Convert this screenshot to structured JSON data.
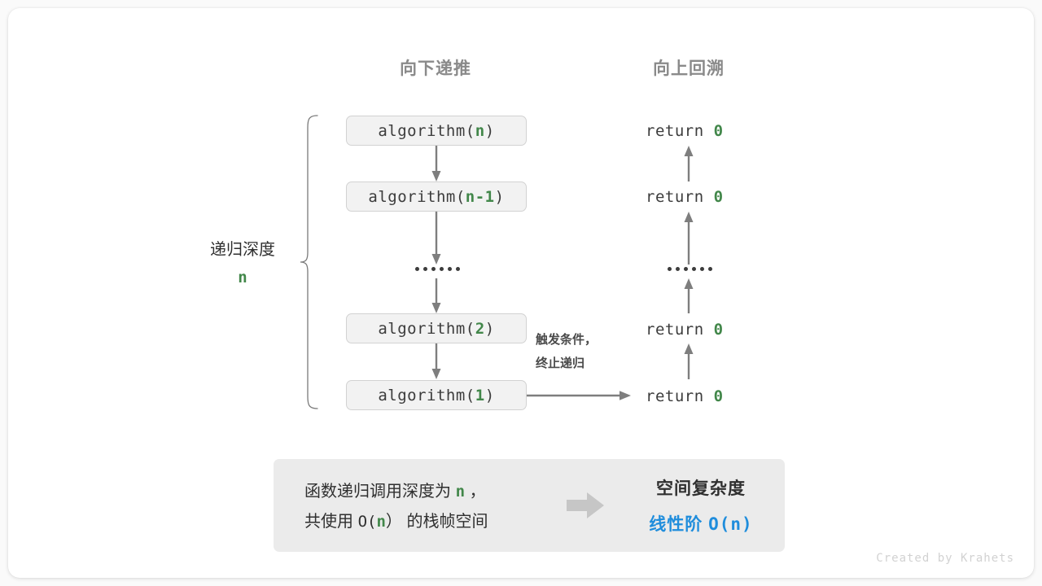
{
  "columns": {
    "left_header": "向下递推",
    "right_header": "向上回溯"
  },
  "depth_bracket": {
    "label": "递归深度",
    "value": "n"
  },
  "call_stack": [
    {
      "prefix": "algorithm(",
      "arg": "n",
      "suffix": ")"
    },
    {
      "prefix": "algorithm(",
      "arg": "n-1",
      "suffix": ")"
    },
    {
      "ellipsis": "••••••"
    },
    {
      "prefix": "algorithm(",
      "arg": "2",
      "suffix": ")"
    },
    {
      "prefix": "algorithm(",
      "arg": "1",
      "suffix": ")"
    }
  ],
  "returns": [
    {
      "keyword": "return",
      "value": "0"
    },
    {
      "keyword": "return",
      "value": "0"
    },
    {
      "ellipsis": "••••••"
    },
    {
      "keyword": "return",
      "value": "0"
    },
    {
      "keyword": "return",
      "value": "0"
    }
  ],
  "trigger_note": {
    "line1": "触发条件，",
    "line2": "终止递归"
  },
  "summary": {
    "left_line1_a": "函数递归调用深度为",
    "left_line1_n": "n",
    "left_line1_b": "，",
    "left_line2_a": "共使用",
    "left_line2_o_open": "O(",
    "left_line2_n": "n",
    "left_line2_o_close": "）",
    "left_line2_b": "的栈帧空间",
    "right_title": "空间复杂度",
    "right_value_text": "线性阶",
    "right_value_mono": "O(n)"
  },
  "footer": "Created by Krahets",
  "colors": {
    "green": "#42874a",
    "blue": "#1f8ddc",
    "gray_header": "#8a8a8a",
    "box_fill": "#f2f2f2",
    "box_border": "#d2d2d2",
    "panel_fill": "#ebebeb",
    "arrow": "#7e7e7e",
    "text": "#2f2f2f"
  }
}
